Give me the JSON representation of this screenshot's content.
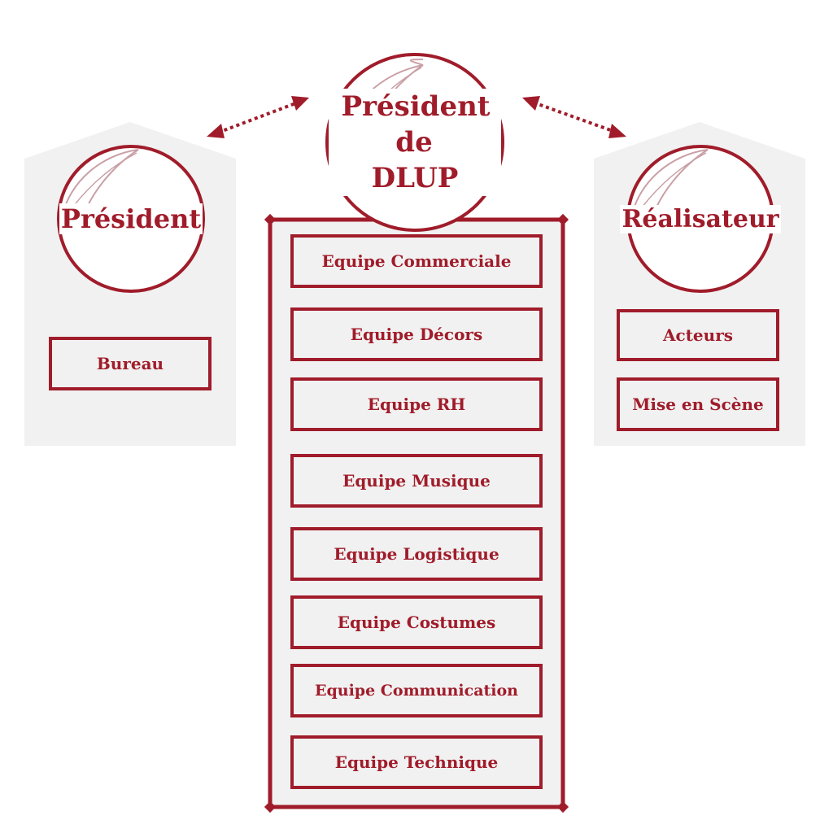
{
  "colors": {
    "accent": "#a01c2a",
    "panel": "#f1f1f1",
    "background": "#ffffff"
  },
  "top": {
    "title_line1": "Président de",
    "title_line2": "DLUP"
  },
  "left": {
    "title": "Président",
    "items": [
      "Bureau"
    ]
  },
  "right": {
    "title": "Réalisateur",
    "items": [
      "Acteurs",
      "Mise en Scène"
    ]
  },
  "center": {
    "teams": [
      "Equipe Commerciale",
      "Equipe Décors",
      "Equipe RH",
      "Equipe Musique",
      "Equipe Logistique",
      "Equipe Costumes",
      "Equipe Communication",
      "Equipe Technique"
    ]
  },
  "icons": [
    "feather-icon",
    "double-arrow-icon"
  ]
}
